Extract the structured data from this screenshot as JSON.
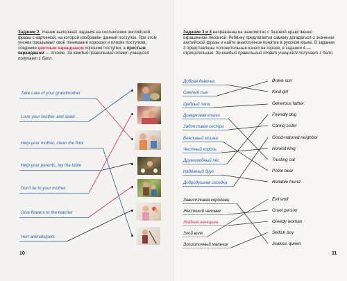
{
  "left_page": {
    "task_title": "Задание 2.",
    "task_text_1": "Ученик выполняет задания на соотнесение английской фразы с картинкой, на которой изображён данный поступок. При этом ученик показывает своё понимание хороших и плохих поступков, соединяя",
    "task_colored": "цветным карандашом",
    "task_text_2": "хорошие поступки, а",
    "task_pencil": "простым карандашом",
    "task_text_3": "— плохие.",
    "task_score": "За каждый правильный ответ учащийся получает 1 балл.",
    "phrases": [
      "Take care of your grandmother",
      "Love your brother and sister",
      "Help your mother, clean the floor",
      "Help your parents, lay the table",
      "Don't lie to your mother",
      "Give flowers to the teacher",
      "Hurt animals/pets"
    ],
    "photos": [
      "boy-with-dog-photo",
      "girls-hugging-photo",
      "woman-and-child-cooking-photo",
      "child-setting-table-photo",
      "mother-and-son-outdoors-photo",
      "children-with-flowers-photo",
      "child-cleaning-floor-photo"
    ],
    "page_number": "10"
  },
  "right_page": {
    "task_title": "Задание 3 и 4",
    "task_text_1": "направлены на знакомство с базовой нравственно окрашенной лексикой. Ребёнку предлагается самому догадаться о значении английской фразы и найти аналогичное понятие в русском языке. В задании 3 представлены положительные качества героев, в задании 4 — отрицательные.",
    "task_score": "За каждый правильный ответ учащийся получает 1 балл.",
    "task3_ru": [
      "Добрая девочка",
      "Смелый сын",
      "Щедрый папа",
      "Доверчивая кошка",
      "Заботливая сестра",
      "Вежливый мишка",
      "Честный король",
      "Дружелюбный пёс",
      "Надёжный друг",
      "Добродушная соседка"
    ],
    "task3_en": [
      "Brave son",
      "Kind girl",
      "Generous father",
      "Friendly dog",
      "Caring sister",
      "Good-natured neighbor",
      "Honest king",
      "Trusting cat",
      "Polite bear",
      "Reliable friend"
    ],
    "task4_ru": [
      "Завистливая королева",
      "Жестокий человек",
      "Жадная женщина",
      "Злой волк",
      "Эгоистичный мальчик"
    ],
    "task4_en": [
      "Evil wolf",
      "Cruel person",
      "Greedy woman",
      "Selfish boy",
      "Jealous queen"
    ],
    "page_number": "11"
  },
  "colors": {
    "phrase_blue": "#1f63b0",
    "accent_pink": "#d62e5a",
    "text": "#222222",
    "paper": "#f6f5f1"
  }
}
